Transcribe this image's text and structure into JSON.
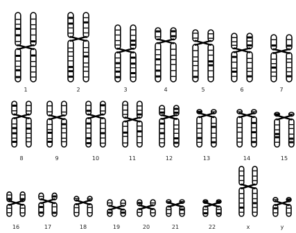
{
  "karyotype": {
    "rows": [
      {
        "row_id": "row-1",
        "chromosomes": [
          {
            "label": "1",
            "length": 1.0,
            "centromere": 0.5
          },
          {
            "label": "2",
            "length": 1.0,
            "centromere": 0.38
          },
          {
            "label": "3",
            "length": 0.82,
            "centromere": 0.45
          },
          {
            "label": "4",
            "length": 0.78,
            "centromere": 0.25
          },
          {
            "label": "5",
            "length": 0.75,
            "centromere": 0.25
          },
          {
            "label": "6",
            "length": 0.7,
            "centromere": 0.35
          },
          {
            "label": "7",
            "length": 0.68,
            "centromere": 0.35
          }
        ]
      },
      {
        "row_id": "row-2",
        "chromosomes": [
          {
            "label": "8",
            "length": 0.66,
            "centromere": 0.33
          },
          {
            "label": "9",
            "length": 0.66,
            "centromere": 0.35
          },
          {
            "label": "10",
            "length": 0.66,
            "centromere": 0.33
          },
          {
            "label": "11",
            "length": 0.66,
            "centromere": 0.4
          },
          {
            "label": "12",
            "length": 0.6,
            "centromere": 0.28
          },
          {
            "label": "13",
            "length": 0.54,
            "centromere": 0.15
          },
          {
            "label": "14",
            "length": 0.54,
            "centromere": 0.15
          },
          {
            "label": "15",
            "length": 0.5,
            "centromere": 0.15
          }
        ]
      },
      {
        "row_id": "row-3",
        "chromosomes": [
          {
            "label": "16",
            "length": 0.44,
            "centromere": 0.45
          },
          {
            "label": "17",
            "length": 0.42,
            "centromere": 0.35
          },
          {
            "label": "18",
            "length": 0.36,
            "centromere": 0.3
          },
          {
            "label": "19",
            "length": 0.3,
            "centromere": 0.48
          },
          {
            "label": "20",
            "length": 0.3,
            "centromere": 0.45
          },
          {
            "label": "21",
            "length": 0.3,
            "centromere": 0.3
          },
          {
            "label": "22",
            "length": 0.3,
            "centromere": 0.3
          },
          {
            "label": "x",
            "length": 0.9,
            "centromere": 0.4
          },
          {
            "label": "y",
            "length": 0.34,
            "centromere": 0.3
          }
        ]
      }
    ],
    "colors": {
      "outline": "#000000",
      "fill": "#ffffff",
      "band": "#000000",
      "label": "#222222"
    }
  }
}
